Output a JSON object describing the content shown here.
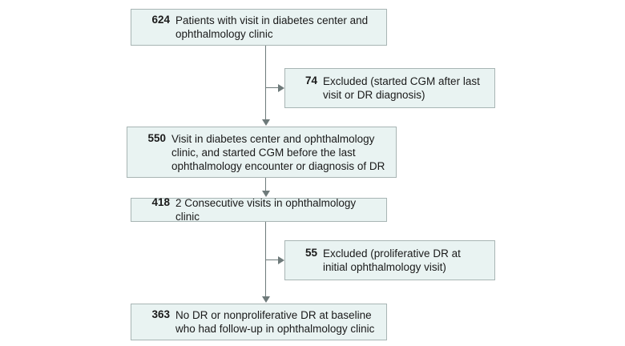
{
  "figure": {
    "type": "flowchart",
    "orientation": "vertical",
    "colors": {
      "box_fill": "#e9f3f2",
      "box_border": "#a8b5b4",
      "connector": "#6e7a7a",
      "text": "#1a1a1a",
      "background": "#ffffff"
    }
  },
  "nodes": [
    {
      "id": "enrolled",
      "count": "624",
      "label": "Patients with visit in diabetes center and ophthalmology clinic",
      "kind": "main"
    },
    {
      "id": "excluded-cgm",
      "count": "74",
      "label": "Excluded (started CGM after last visit or DR diagnosis)",
      "kind": "excluded"
    },
    {
      "id": "visit-cgm",
      "count": "550",
      "label": "Visit in diabetes center and ophthalmology clinic, and started CGM before the last ophthalmology encounter or diagnosis of DR",
      "kind": "main"
    },
    {
      "id": "consecutive",
      "count": "418",
      "label": "2 Consecutive visits in ophthalmology clinic",
      "kind": "main"
    },
    {
      "id": "excluded-pdr",
      "count": "55",
      "label": "Excluded (proliferative DR at initial ophthalmology visit)",
      "kind": "excluded"
    },
    {
      "id": "baseline",
      "count": "363",
      "label": "No DR or nonproliferative DR at baseline who had follow-up in ophthalmology clinic",
      "kind": "main"
    }
  ],
  "edges": [
    {
      "from": "enrolled",
      "to": "visit-cgm",
      "direction": "down"
    },
    {
      "from": "enrolled",
      "to": "excluded-cgm",
      "direction": "right"
    },
    {
      "from": "visit-cgm",
      "to": "consecutive",
      "direction": "down"
    },
    {
      "from": "consecutive",
      "to": "baseline",
      "direction": "down"
    },
    {
      "from": "consecutive",
      "to": "excluded-pdr",
      "direction": "right"
    }
  ]
}
